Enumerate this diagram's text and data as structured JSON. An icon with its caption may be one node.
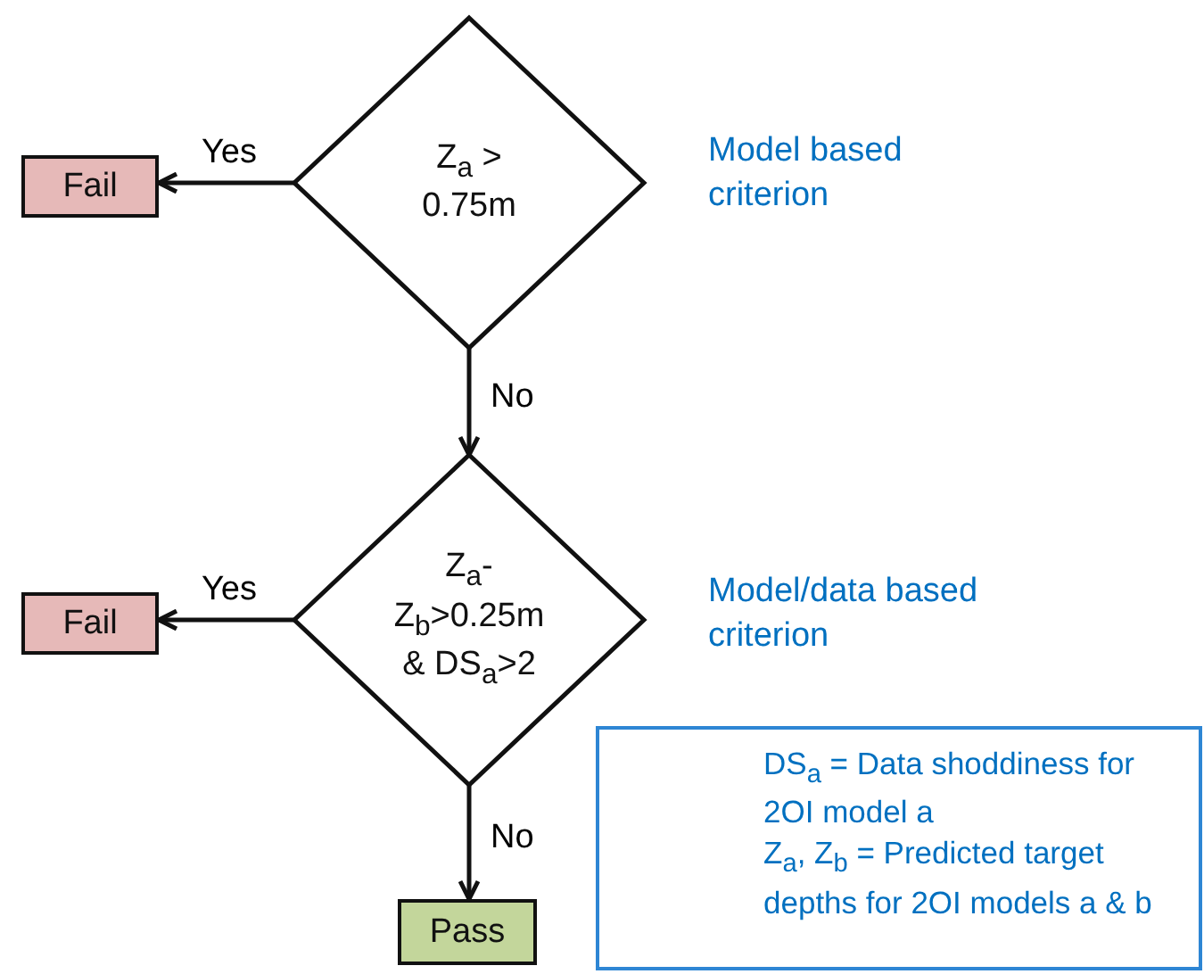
{
  "diagram": {
    "nodes": [
      {
        "text": [
          "Z$_{a}$ > 0.75m"
        ]
      },
      {
        "text": [
          "Fail"
        ]
      },
      {
        "text": [
          "Z$_{a}$-Z$_{b}$>0.25m & DS$_{a}$>2"
        ]
      },
      {
        "text": [
          "Fail"
        ]
      },
      {
        "text": [
          "Pass"
        ]
      },
      {
        "text": [
          "DS$_{a}$ = Data shoddiness for 2OI model a",
          "Z$_{a}$, Z$_{b}$ = Predicted target depths for 2OI models a & b"
        ]
      }
    ],
    "edges": [
      {
        "from": 0,
        "to": 1,
        "arrow": "to",
        "label": "Yes"
      },
      {
        "from": 0,
        "to": 2,
        "arrow": "to",
        "label": "No"
      },
      {
        "from": 2,
        "to": 3,
        "arrow": "to",
        "label": "Yes"
      },
      {
        "from": 2,
        "to": 4,
        "arrow": "to",
        "label": "No"
      }
    ],
    "labels": [
      "Model based criterion",
      "Model/data based criterion"
    ]
  }
}
